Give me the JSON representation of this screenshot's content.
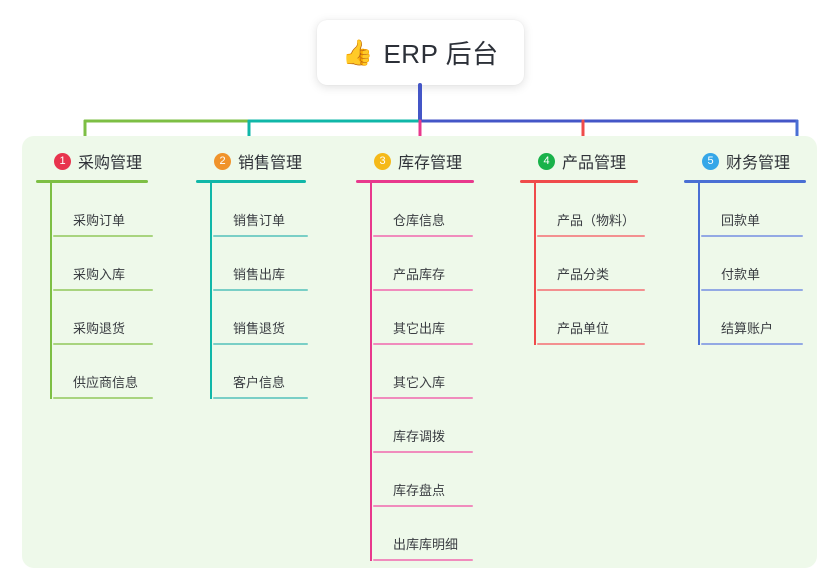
{
  "root": {
    "icon": "thumbs-up-icon",
    "emoji": "👍",
    "title": "ERP 后台"
  },
  "palette": {
    "panel_bg": "#eef9ea",
    "page_bg": "#ffffff",
    "root_line": "#4456c7",
    "text": "#2f3238"
  },
  "columns": [
    {
      "number": "1",
      "title": "采购管理",
      "badge_color": "#e8344e",
      "line_color": "#7dbf44",
      "leaf_line_color": "#a8d47e",
      "items": [
        {
          "label": "采购订单"
        },
        {
          "label": "采购入库"
        },
        {
          "label": "采购退货"
        },
        {
          "label": "供应商信息"
        }
      ]
    },
    {
      "number": "2",
      "title": "销售管理",
      "badge_color": "#f0932b",
      "line_color": "#10b7a8",
      "leaf_line_color": "#79cfc6",
      "items": [
        {
          "label": "销售订单"
        },
        {
          "label": "销售出库"
        },
        {
          "label": "销售退货"
        },
        {
          "label": "客户信息"
        }
      ]
    },
    {
      "number": "3",
      "title": "库存管理",
      "badge_color": "#f5b919",
      "line_color": "#e8398d",
      "leaf_line_color": "#f08cbd",
      "items": [
        {
          "label": "仓库信息"
        },
        {
          "label": "产品库存"
        },
        {
          "label": "其它出库"
        },
        {
          "label": "其它入库"
        },
        {
          "label": "库存调拨"
        },
        {
          "label": "库存盘点"
        },
        {
          "label": "出库库明细"
        }
      ]
    },
    {
      "number": "4",
      "title": "产品管理",
      "badge_color": "#19b24a",
      "line_color": "#ef4b4b",
      "leaf_line_color": "#f39090",
      "items": [
        {
          "label": "产品（物料）"
        },
        {
          "label": "产品分类"
        },
        {
          "label": "产品单位"
        }
      ]
    },
    {
      "number": "5",
      "title": "财务管理",
      "badge_color": "#35a7e8",
      "line_color": "#4a6fd4",
      "leaf_line_color": "#93a9e4",
      "items": [
        {
          "label": "回款单"
        },
        {
          "label": "付款单"
        },
        {
          "label": "结算账户"
        }
      ]
    }
  ]
}
